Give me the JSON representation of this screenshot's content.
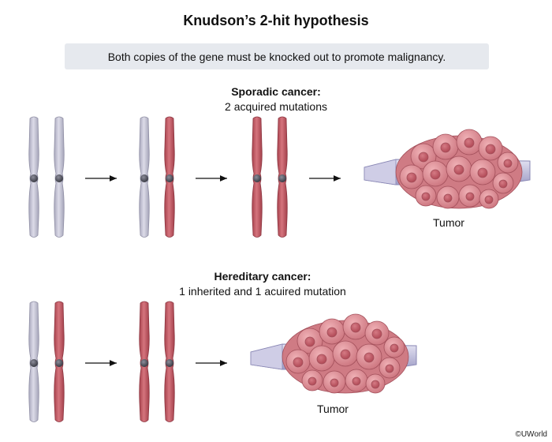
{
  "title": "Knudson’s 2-hit hypothesis",
  "subtitle": "Both copies of the gene must be knocked out to promote malignancy.",
  "sporadic": {
    "heading": "Sporadic cancer:",
    "subheading": "2 acquired mutations",
    "tumor_label": "Tumor"
  },
  "hereditary": {
    "heading": "Hereditary cancer:",
    "subheading": "1 inherited and 1 acuired mutation",
    "tumor_label": "Tumor"
  },
  "copyright": "©UWorld",
  "colors": {
    "normal_chromosome": "#c9c8d8",
    "mutated_chromosome": "#c4606a",
    "centromere": "#4a4b56",
    "tumor_cell": "#d98790",
    "tumor_nucleus": "#c25663",
    "epithelium": "#b7b5d6"
  }
}
